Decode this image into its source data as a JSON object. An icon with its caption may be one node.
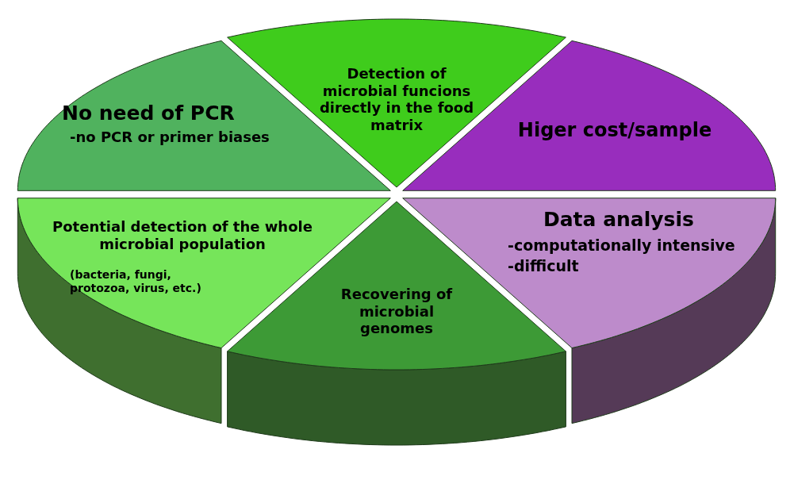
{
  "diagram": {
    "nodes": [
      {
        "text": [
          "Detection of microbial funcions directly in the food matrix"
        ]
      },
      {
        "text": [
          "No need of PCR",
          "-no PCR or primer biases"
        ]
      },
      {
        "text": [
          "Higer cost/sample"
        ]
      },
      {
        "text": [
          "Potential detection of the whole microbial population",
          "(bacteria, fungi, protozoa, virus, etc.)"
        ]
      },
      {
        "text": [
          "Data analysis",
          "-computationally intensive",
          "-difficult"
        ]
      },
      {
        "text": [
          "Recovering of microbial genomes"
        ]
      }
    ]
  }
}
